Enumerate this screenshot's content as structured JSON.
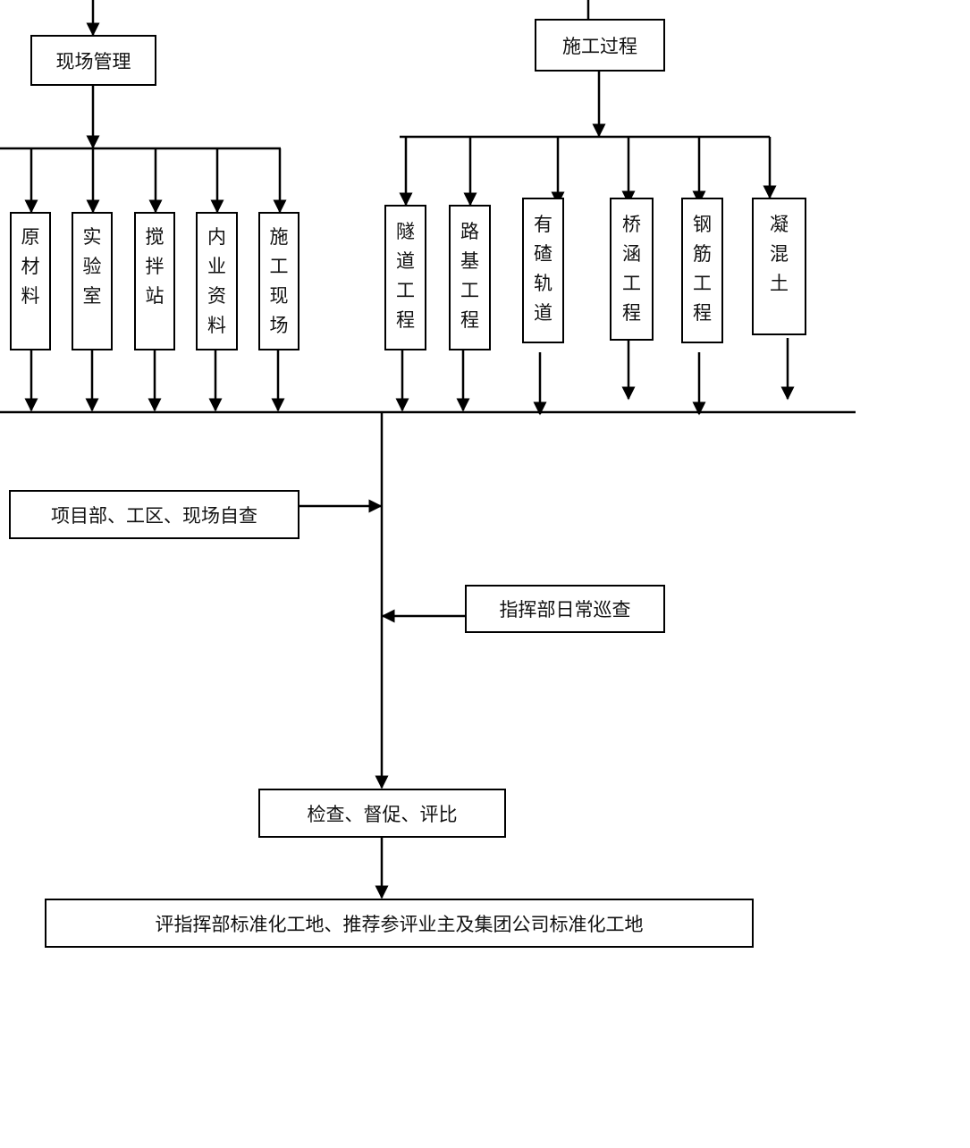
{
  "nodes": {
    "site_mgmt": "现场管理",
    "construction": "施工过程",
    "raw_material": "原材料",
    "lab": "实验室",
    "mixing_station": "搅拌站",
    "internal_docs": "内业资料",
    "construction_site": "施工现场",
    "tunnel": "隧道工程",
    "subgrade": "路基工程",
    "ballast_track": "有碴轨道",
    "bridge_culvert": "桥涵工程",
    "rebar": "钢筋工程",
    "concrete": "凝混土",
    "self_check": "项目部、工区、现场自查",
    "hq_patrol": "指挥部日常巡查",
    "inspect": "检查、督促、评比",
    "final": "评指挥部标准化工地、推荐参评业主及集团公司标准化工地"
  }
}
